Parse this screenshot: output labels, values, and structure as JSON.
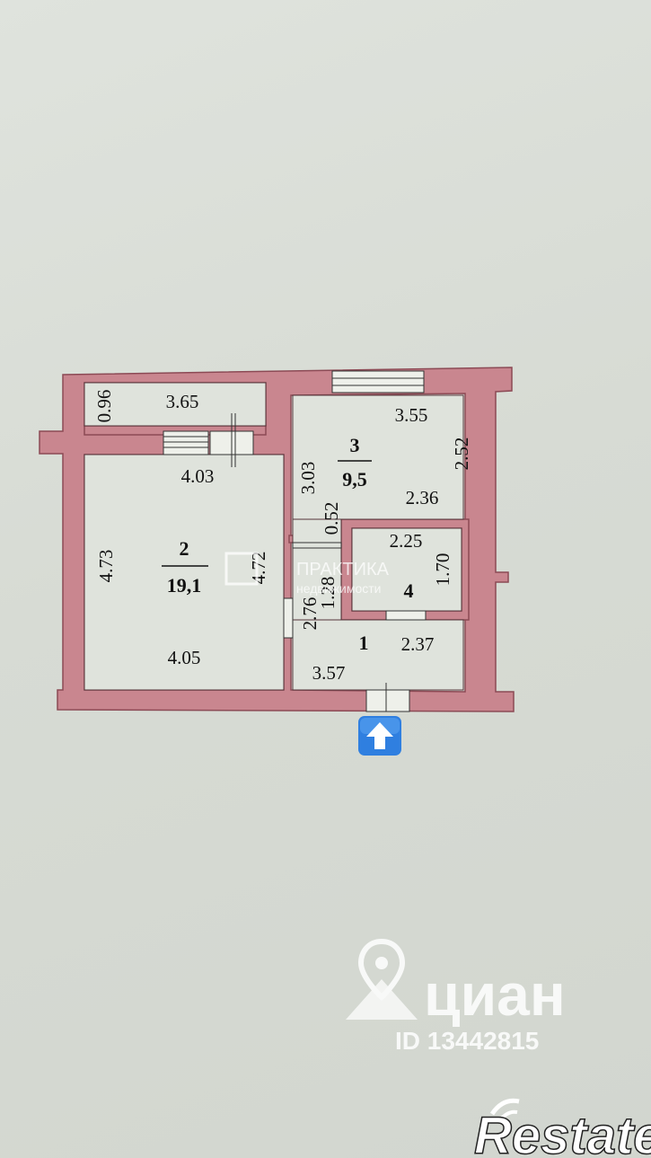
{
  "rooms": [
    {
      "number": "1",
      "area": ""
    },
    {
      "number": "2",
      "area": "19,1"
    },
    {
      "number": "3",
      "area": "9,5"
    },
    {
      "number": "4",
      "area": ""
    }
  ],
  "dimensions": {
    "balcony_width": "3.65",
    "balcony_depth": "0.96",
    "room2_top": "4.03",
    "room2_left": "4.73",
    "room2_right": "4.72",
    "room2_bottom": "4.05",
    "room3_top": "3.55",
    "room3_right": "2.52",
    "room3_left": "3.03",
    "room3_inner": "2.36",
    "gap_052": "0.52",
    "room4_top": "2.25",
    "room4_right": "1.70",
    "room4_left": "1.28",
    "corridor_276": "2.76",
    "room1_right": "2.37",
    "room1_bottom": "3.57"
  },
  "watermarks": {
    "praktika_title": "ПРАКТИКА",
    "praktika_sub": "недвижимости",
    "cian_name": "циан",
    "cian_id": "ID 13442815",
    "restate": "Restate"
  },
  "icons": {
    "entrance": "up-arrow-icon",
    "location": "location-pin-icon"
  },
  "colors": {
    "wall_fill": "#c9868f",
    "wall_stroke": "#8c4a55",
    "room_fill": "#dfe3dc",
    "arrow_blue": "#2f7fe0"
  }
}
